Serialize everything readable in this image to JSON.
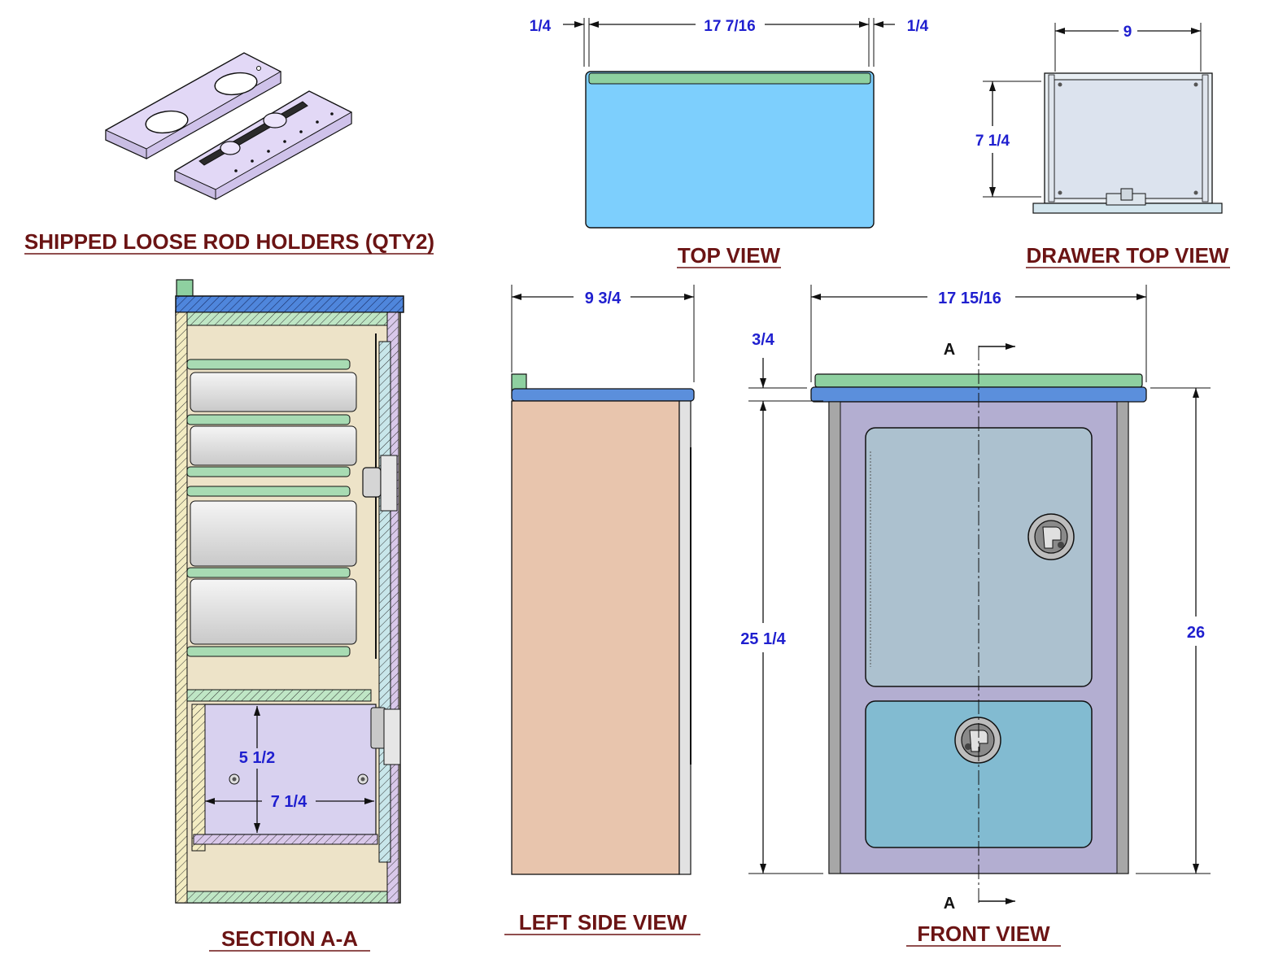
{
  "titles": {
    "rod_holders": "SHIPPED LOOSE ROD HOLDERS (QTY2)",
    "top_view": "TOP VIEW",
    "drawer_top_view": "DRAWER TOP VIEW",
    "section": "SECTION A-A",
    "left_side_view": "LEFT SIDE VIEW",
    "front_view": "FRONT VIEW"
  },
  "dimensions": {
    "top_left_offset": "1/4",
    "top_width": "17 7/16",
    "top_right_offset": "1/4",
    "drawer_width": "9",
    "drawer_depth": "7 1/4",
    "side_depth": "9 3/4",
    "front_width": "17 15/16",
    "lid_thickness": "3/4",
    "body_height": "25 1/4",
    "total_height": "26",
    "section_drawer_height": "5 1/2",
    "section_drawer_depth": "7 1/4"
  },
  "section_marks": {
    "top": "A",
    "bottom": "A"
  },
  "colors": {
    "dimension_text": "#1f1fcf",
    "title_text": "#6b1414",
    "top_view_fill": "#7dcffd",
    "lid_green": "#8ed0a0",
    "lid_blue": "#5b8fdc",
    "side_panel": "#e8c5ad",
    "front_body": "#b3aed1",
    "front_door_top": "#acc1cf",
    "front_door_bottom": "#82bbd1",
    "section_interior": "#ede3c8",
    "section_drawer": "#d8d1ef",
    "rod_holder": "#e2d8f6"
  }
}
